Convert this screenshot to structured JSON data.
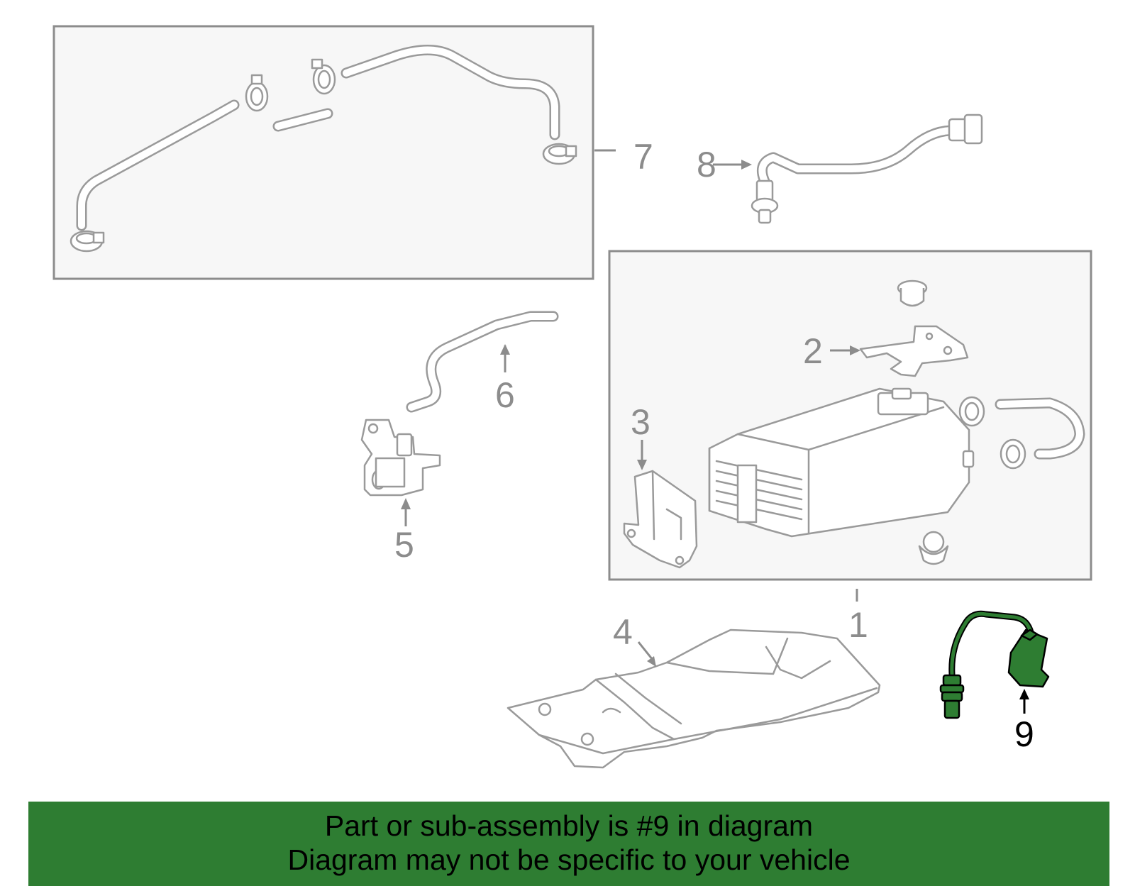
{
  "callouts": {
    "c1": "1",
    "c2": "2",
    "c3": "3",
    "c4": "4",
    "c5": "5",
    "c6": "6",
    "c7": "7",
    "c8": "8",
    "c9": "9"
  },
  "banner": {
    "line1": "Part or sub-assembly is #9 in diagram",
    "line2": "Diagram may not be specific to your vehicle"
  },
  "colors": {
    "highlight": "#2e7d32",
    "parts": "#9a9a9a",
    "box_fill": "#f7f7f7"
  }
}
